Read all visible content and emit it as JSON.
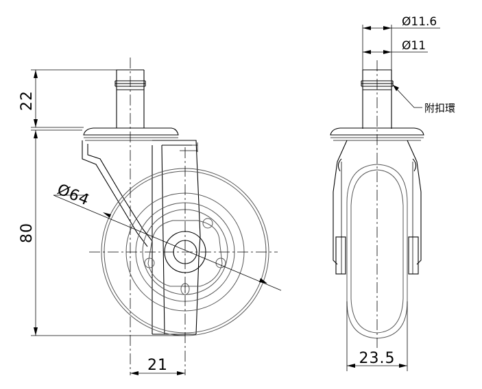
{
  "dimensions": {
    "stem_height": "22",
    "body_height": "80",
    "wheel_diameter": "Ø64",
    "offset": "21",
    "stem_outer_diameter": "Ø11.6",
    "stem_inner_diameter": "Ø11",
    "wheel_width": "23.5"
  },
  "callouts": {
    "ring_label": "附扣環"
  }
}
